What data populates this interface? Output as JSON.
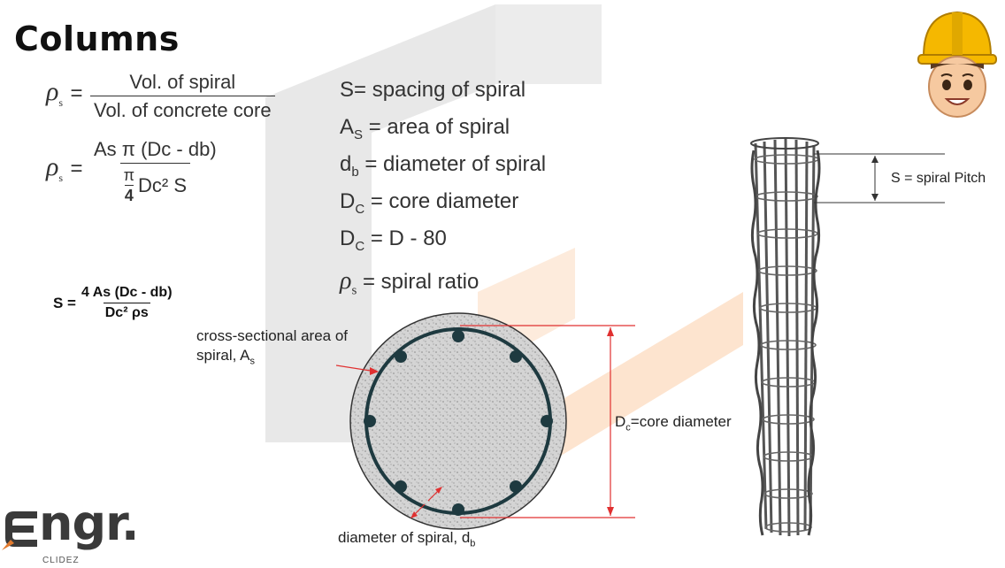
{
  "title": "Columns",
  "formulas": {
    "rho_s_symbol": "ρ",
    "rho_sub": "s",
    "eq1_num": "Vol. of spiral",
    "eq1_den": "Vol. of concrete core",
    "eq2_num": "As π (Dc - db)",
    "eq2_den_frac_num": "π",
    "eq2_den_frac_den": "4",
    "eq2_den_rest": "Dc² S",
    "eq3_lhs": "S =",
    "eq3_num": "4 As (Dc - db)",
    "eq3_den": "Dc² ρs"
  },
  "definitions": [
    {
      "sym": "S",
      "sub": "",
      "text": "= spacing of spiral"
    },
    {
      "sym": "A",
      "sub": "S",
      "text": " = area of spiral"
    },
    {
      "sym": "d",
      "sub": "b",
      "text": " = diameter of spiral"
    },
    {
      "sym": "D",
      "sub": "C",
      "text": " = core diameter"
    },
    {
      "sym": "D",
      "sub": "C",
      "text": " = D - 80"
    },
    {
      "sym": "ρ",
      "sub": "s",
      "text": " = spiral ratio"
    }
  ],
  "labels": {
    "cross_section_line1": "cross-sectional area of",
    "cross_section_line2": "spiral, A",
    "cross_section_sub": "s",
    "core_diameter": "D",
    "core_diameter_sub": "c",
    "core_diameter_rest": "=core diameter",
    "spiral_diameter": "diameter of spiral, d",
    "spiral_diameter_sub": "b",
    "pitch": "S = spiral Pitch"
  },
  "logo": {
    "main": "ngr.",
    "sub": "CLIDEZ"
  },
  "colors": {
    "watermark_gray": "#e6e6e6",
    "watermark_orange": "#fde6d3",
    "annotation_red": "#e03030",
    "spiral_dark": "#1e3a40"
  }
}
